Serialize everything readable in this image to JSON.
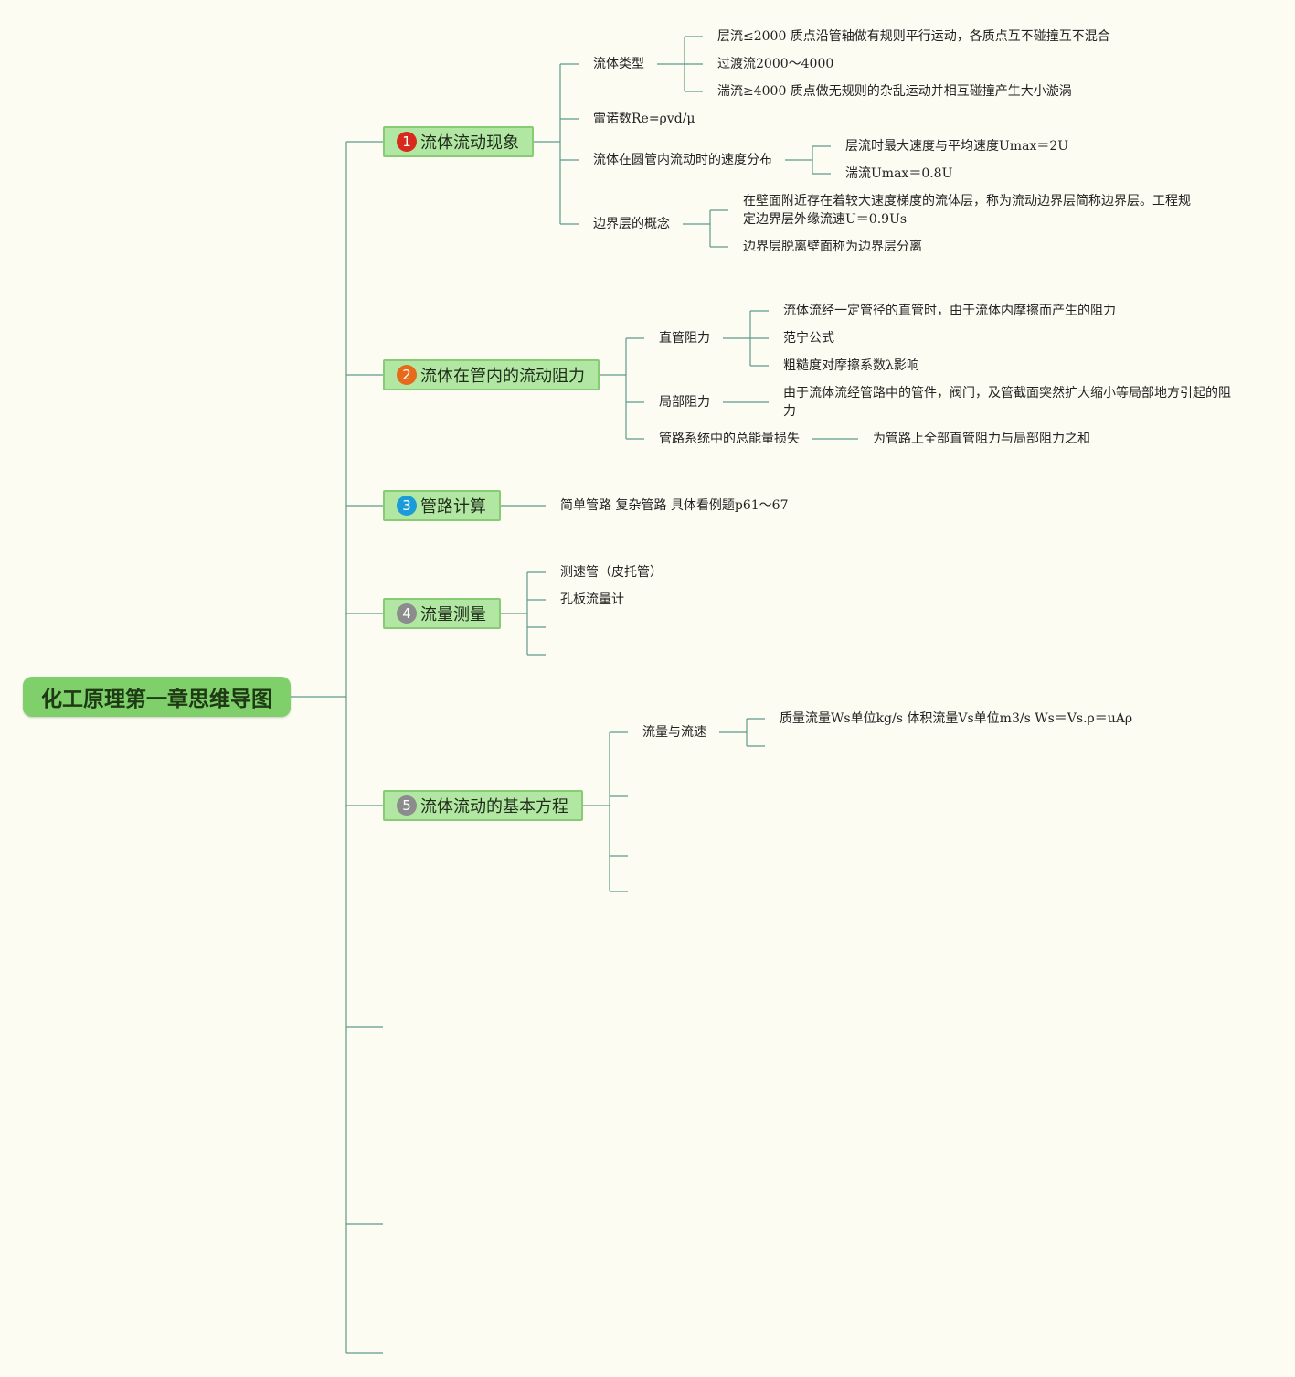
{
  "title": "化工原理第一章思维导图",
  "topics": [
    {
      "number": "1",
      "label": "流体流动现象",
      "children": [
        {
          "label": "流体类型",
          "children": [
            "层流≤2000 质点沿管轴做有规则平行运动，各质点互不碰撞互不混合",
            "过渡流2000～4000",
            "湍流≥4000 质点做无规则的杂乱运动并相互碰撞产生大小漩涡"
          ]
        },
        {
          "label": "雷诺数Re=ρvd/μ"
        },
        {
          "label": "流体在圆管内流动时的速度分布",
          "children": [
            "层流时最大速度与平均速度Umax＝2U",
            "湍流Umax＝0.8U"
          ]
        },
        {
          "label": "边界层的概念",
          "children": [
            "在壁面附近存在着较大速度梯度的流体层，称为流动边界层简称边界层。工程规定边界层外缘流速U＝0.9Us",
            "边界层脱离壁面称为边界层分离"
          ]
        }
      ]
    },
    {
      "number": "2",
      "label": "流体在管内的流动阻力",
      "children": [
        {
          "label": "直管阻力",
          "children": [
            "流体流经一定管径的直管时，由于流体内摩擦而产生的阻力",
            "范宁公式",
            "粗糙度对摩擦系数λ影响"
          ]
        },
        {
          "label": "局部阻力",
          "children": [
            "由于流体流经管路中的管件，阀门，及管截面突然扩大缩小等局部地方引起的阻力"
          ]
        },
        {
          "label": "管路系统中的总能量损失",
          "children": [
            "为管路上全部直管阻力与局部阻力之和"
          ]
        }
      ]
    },
    {
      "number": "3",
      "label": "管路计算",
      "children": [
        {
          "label": "简单管路 复杂管路 具体看例题p61～67"
        }
      ]
    },
    {
      "number": "4",
      "label": "流量测量",
      "children": [
        {
          "label": "测速管（皮托管）"
        },
        {
          "label": "孔板流量计"
        }
      ]
    },
    {
      "number": "5",
      "label": "流体流动的基本方程",
      "children": [
        {
          "label": "流量与流速",
          "children": [
            "质量流量Ws单位kg/s 体积流量Vs单位m3/s Ws＝Vs.ρ＝uAρ"
          ]
        }
      ]
    }
  ],
  "colors": {
    "background": "#fdfcf3",
    "root": "#7fcf6b",
    "topic_fill": "#b2e7a3",
    "topic_border": "#87cc74",
    "connector": "#5f9a8a",
    "badge_1": "#d72a1c",
    "badge_2": "#e66a1a",
    "badge_3": "#1b9bd8",
    "badge_4": "#8c8c8c",
    "badge_5": "#8c8c8c"
  }
}
